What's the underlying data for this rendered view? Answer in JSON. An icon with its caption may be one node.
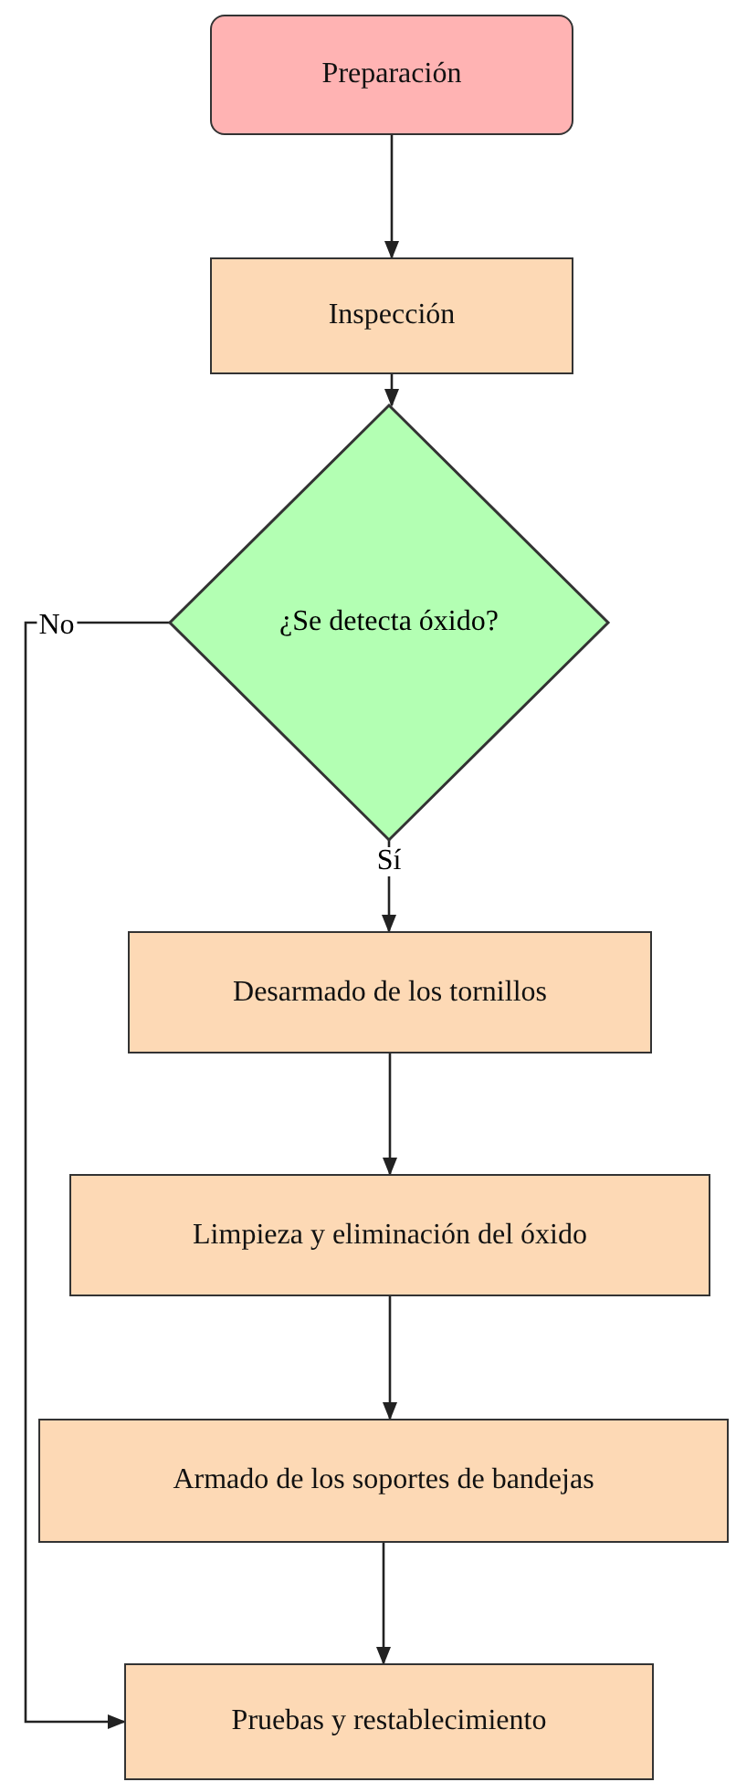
{
  "diagram": {
    "nodes": [
      {
        "text": [
          "Preparación"
        ]
      },
      {
        "text": [
          "Inspección"
        ]
      },
      {
        "text": [
          "¿Se detecta óxido?"
        ]
      },
      {
        "text": [
          "Desarmado de los tornillos"
        ]
      },
      {
        "text": [
          "Limpieza y eliminación del óxido"
        ]
      },
      {
        "text": [
          "Armado de los soportes de bandejas"
        ]
      },
      {
        "text": [
          "Pruebas y restablecimiento"
        ]
      }
    ],
    "edges": [
      {
        "from": 0,
        "to": 1,
        "arrow": "to"
      },
      {
        "from": 1,
        "to": 2,
        "arrow": "to"
      },
      {
        "from": 2,
        "to": 3,
        "arrow": "to",
        "label": "Sí"
      },
      {
        "from": 3,
        "to": 4,
        "arrow": "to"
      },
      {
        "from": 4,
        "to": 5,
        "arrow": "to"
      },
      {
        "from": 5,
        "to": 6,
        "arrow": "to"
      },
      {
        "from": 2,
        "to": 6,
        "arrow": "to",
        "label": "No"
      }
    ]
  }
}
